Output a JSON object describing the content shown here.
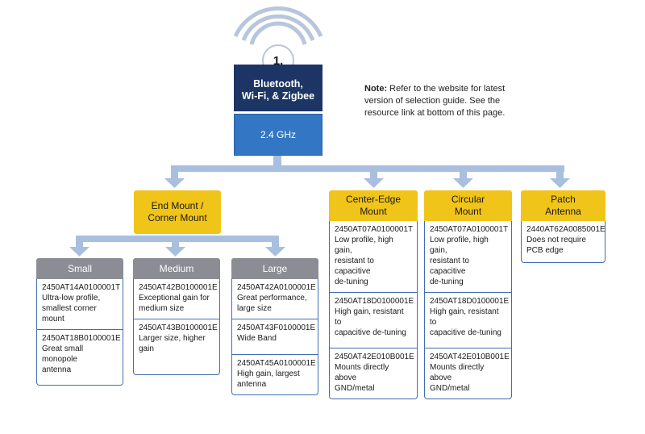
{
  "step_number": "1.",
  "root_label": "Bluetooth,\nWi-Fi, & Zigbee",
  "frequency_label": "2.4 GHz",
  "note": {
    "bold": "Note:",
    "text": " Refer to the website for latest version of selection guide. See the resource link at bottom of this page."
  },
  "colors": {
    "navy": "#1c3564",
    "blue": "#3276c4",
    "yellow": "#f0c419",
    "gray": "#8c8c94",
    "connector": "#a9bfe0",
    "card_border": "#3f6fb0"
  },
  "icon": "wifi-signal-icon",
  "categories": {
    "end_mount": {
      "label": "End Mount /\nCorner Mount",
      "sizes": {
        "small": {
          "label": "Small",
          "parts": [
            {
              "pn": "2450AT14A0100001T",
              "desc": "Ultra-low profile,\nsmallest corner mount"
            },
            {
              "pn": "2450AT18B0100001E",
              "desc": "Great small monopole\nantenna"
            }
          ]
        },
        "medium": {
          "label": "Medium",
          "parts": [
            {
              "pn": "2450AT42B0100001E",
              "desc": "Exceptional gain for\nmedium size"
            },
            {
              "pn": "2450AT43B0100001E",
              "desc": "Larger size, higher gain"
            }
          ]
        },
        "large": {
          "label": "Large",
          "parts": [
            {
              "pn": "2450AT42A0100001E",
              "desc": "Great performance,\nlarge size"
            },
            {
              "pn": "2450AT43F0100001E",
              "desc": "Wide Band"
            },
            {
              "pn": "2450AT45A0100001E",
              "desc": "High gain, largest\nantenna"
            }
          ]
        }
      }
    },
    "center_edge": {
      "label": "Center-Edge\nMount",
      "parts": [
        {
          "pn": "2450AT07A0100001T",
          "desc": "Low profile, high gain,\nresistant to capacitive\nde-tuning"
        },
        {
          "pn": "2450AT18D0100001E",
          "desc": "High gain, resistant to\ncapacitive de-tuning"
        },
        {
          "pn": "2450AT42E010B001E",
          "desc": "Mounts directly above\nGND/metal"
        }
      ]
    },
    "circular": {
      "label": "Circular\nMount",
      "parts": [
        {
          "pn": "2450AT07A0100001T",
          "desc": "Low profile, high gain,\nresistant to capacitive\nde-tuning"
        },
        {
          "pn": "2450AT18D0100001E",
          "desc": "High gain, resistant to\ncapacitive de-tuning"
        },
        {
          "pn": "2450AT42E010B001E",
          "desc": "Mounts directly above\nGND/metal"
        }
      ]
    },
    "patch": {
      "label": "Patch\nAntenna",
      "parts": [
        {
          "pn": "2440AT62A0085001E",
          "desc": "Does not require\nPCB edge"
        }
      ]
    }
  }
}
